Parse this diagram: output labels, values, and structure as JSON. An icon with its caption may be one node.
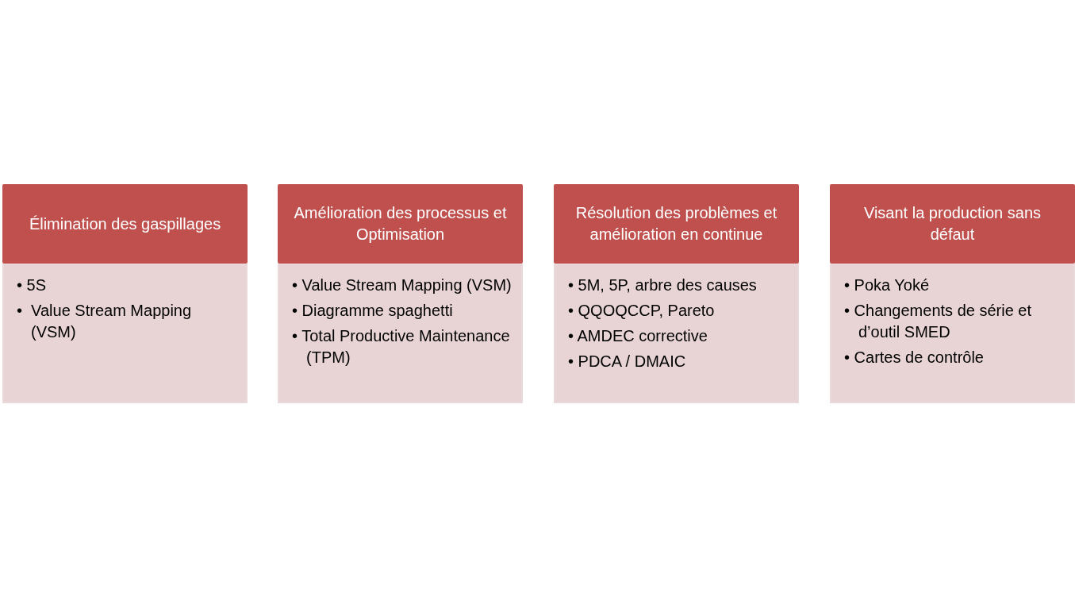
{
  "diagram": {
    "nodes": [
      {
        "text": [
          "Élimination des gaspillages"
        ]
      },
      {
        "text": [
          "• 5S",
          "•  Value Stream Mapping (VSM)"
        ]
      },
      {
        "text": [
          "Amélioration des processus et Optimisation"
        ]
      },
      {
        "text": [
          "• Value Stream Mapping (VSM)",
          "• Diagramme spaghetti",
          "• Total Productive Maintenance (TPM)"
        ]
      },
      {
        "text": [
          "Résolution des problèmes et amélioration en continue"
        ]
      },
      {
        "text": [
          "• 5M, 5P, arbre des causes",
          "• QQOQCCP, Pareto",
          "• AMDEC corrective",
          "• PDCA / DMAIC"
        ]
      },
      {
        "text": [
          "Visant la production sans défaut"
        ]
      },
      {
        "text": [
          "• Poka Yoké",
          "• Changements de série et d’outil SMED",
          "• Cartes de contrôle"
        ]
      }
    ],
    "edges": []
  }
}
